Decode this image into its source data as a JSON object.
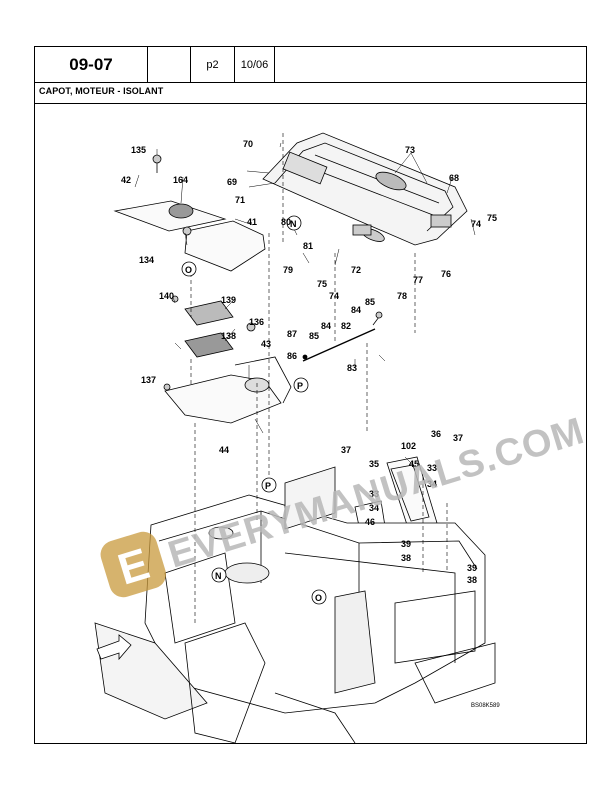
{
  "header": {
    "section_code": "09-07",
    "page": "p2",
    "date": "10/06"
  },
  "title": "CAPOT, MOTEUR -  ISOLANT",
  "watermark": {
    "text": "EVERYMANUALS.COM",
    "badge_letter": "E",
    "badge_color": "#c89a3c"
  },
  "figure_ref": "BS08K589",
  "section_marks": [
    "N",
    "O",
    "P"
  ],
  "callouts": [
    "135",
    "42",
    "164",
    "134",
    "41",
    "70",
    "69",
    "71",
    "73",
    "68",
    "80",
    "81",
    "79",
    "72",
    "74",
    "75",
    "76",
    "77",
    "78",
    "140",
    "139",
    "138",
    "136",
    "43",
    "137",
    "44",
    "87",
    "85",
    "84",
    "82",
    "86",
    "83",
    "37",
    "35",
    "102",
    "45",
    "33",
    "34",
    "36",
    "46",
    "39",
    "38"
  ]
}
